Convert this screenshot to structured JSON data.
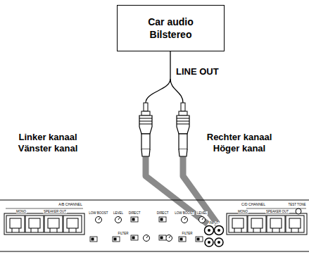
{
  "diagram": {
    "nodes": [
      {
        "text": [
          "Car audio",
          "Bilstereo"
        ]
      }
    ],
    "labels": [
      "LINE OUT",
      "Linker kanaal",
      "Vänster kanal",
      "Rechter kanaal",
      "Höger kanal",
      "A/B CHANNEL",
      "MONO",
      "SPEAKER OUT",
      "LOW BOOST",
      "LEVEL",
      "DIRECT",
      "FILTER",
      "INPUT",
      "C/D CHANNEL",
      "MONO",
      "SPEAKER OUT",
      "LOW BOOST",
      "LEVEL",
      "DIRECT",
      "FILTER",
      "TEST TONE"
    ]
  }
}
